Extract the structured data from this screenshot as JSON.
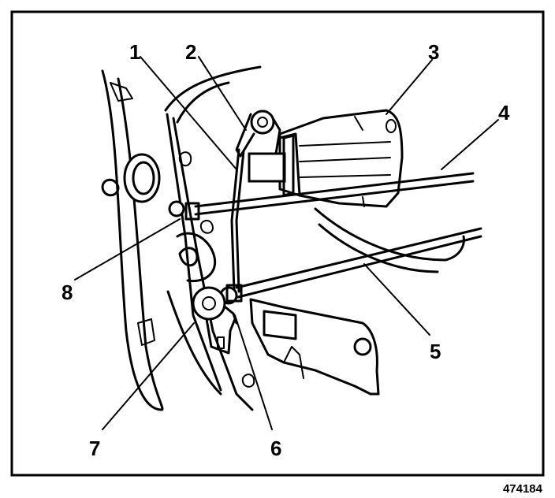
{
  "figure": {
    "callouts": [
      {
        "id": "1",
        "label": "1"
      },
      {
        "id": "2",
        "label": "2"
      },
      {
        "id": "3",
        "label": "3"
      },
      {
        "id": "4",
        "label": "4"
      },
      {
        "id": "5",
        "label": "5"
      },
      {
        "id": "6",
        "label": "6"
      },
      {
        "id": "7",
        "label": "7"
      },
      {
        "id": "8",
        "label": "8"
      }
    ],
    "figure_number": "474184",
    "colors": {
      "ink": "#000000",
      "paper": "#ffffff"
    }
  }
}
